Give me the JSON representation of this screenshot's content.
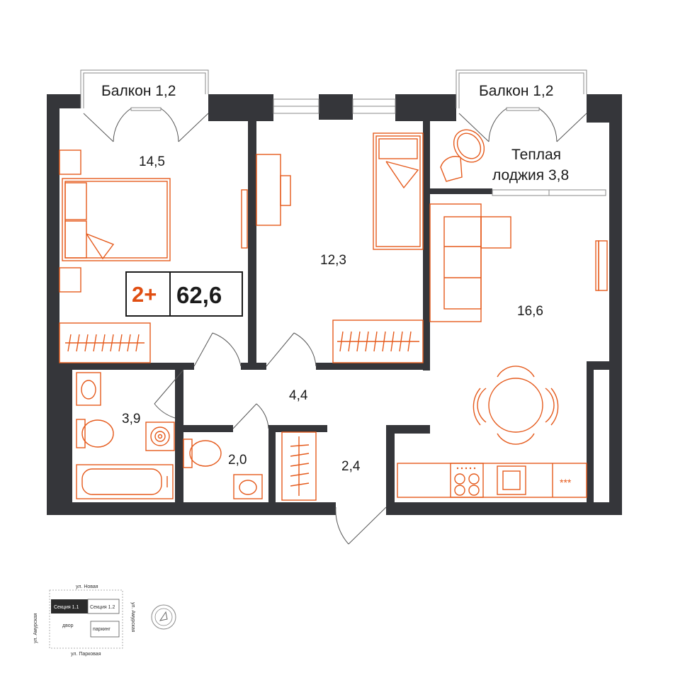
{
  "plan": {
    "rooms": {
      "bedroom_left": "14,5",
      "bedroom_mid": "12,3",
      "living": "16,6",
      "hall": "4,4",
      "bathroom": "3,9",
      "wc": "2,0",
      "entry": "2,4"
    },
    "balcony_left": "Балкон 1,2",
    "balcony_right": "Балкон 1,2",
    "loggia_line1": "Теплая",
    "loggia_line2": "лоджия 3,8",
    "badge": {
      "rooms": "2+",
      "area": "62,6"
    },
    "colors": {
      "wall": "#35363a",
      "furniture": "#e55a1c",
      "accent": "#e04e12"
    }
  },
  "site_map": {
    "street_top": "ул. Новая",
    "street_bottom": "ул. Парковая",
    "street_left": "ул. Амурская",
    "street_right": "ул. Амурская",
    "section_active": "Секция 1.1",
    "section_other": "Секция 1.2",
    "yard": "двор",
    "parking": "паркинг",
    "compass_icon": "compass-icon"
  }
}
